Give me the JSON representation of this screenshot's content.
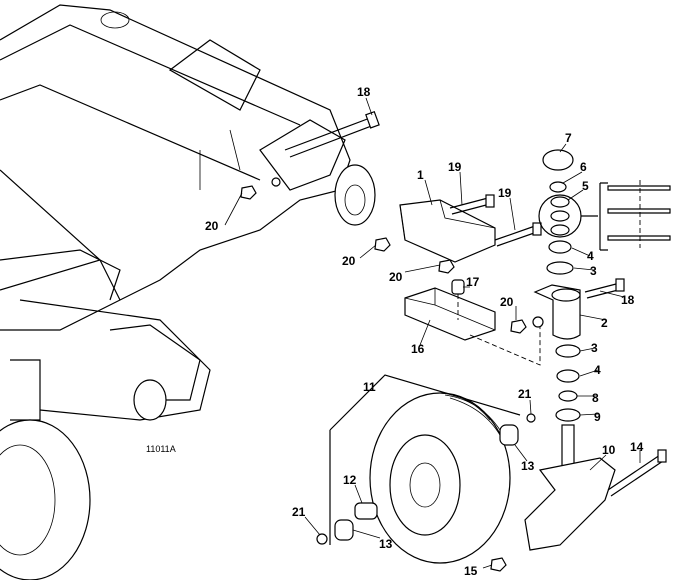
{
  "figure_code": "11011A",
  "callouts": [
    "18",
    "7",
    "6",
    "5",
    "1",
    "19",
    "19",
    "4",
    "20",
    "20",
    "20",
    "3",
    "17",
    "18",
    "2",
    "20",
    "16",
    "3",
    "4",
    "8",
    "9",
    "11",
    "21",
    "10",
    "14",
    "13",
    "12",
    "21",
    "13",
    "15"
  ]
}
